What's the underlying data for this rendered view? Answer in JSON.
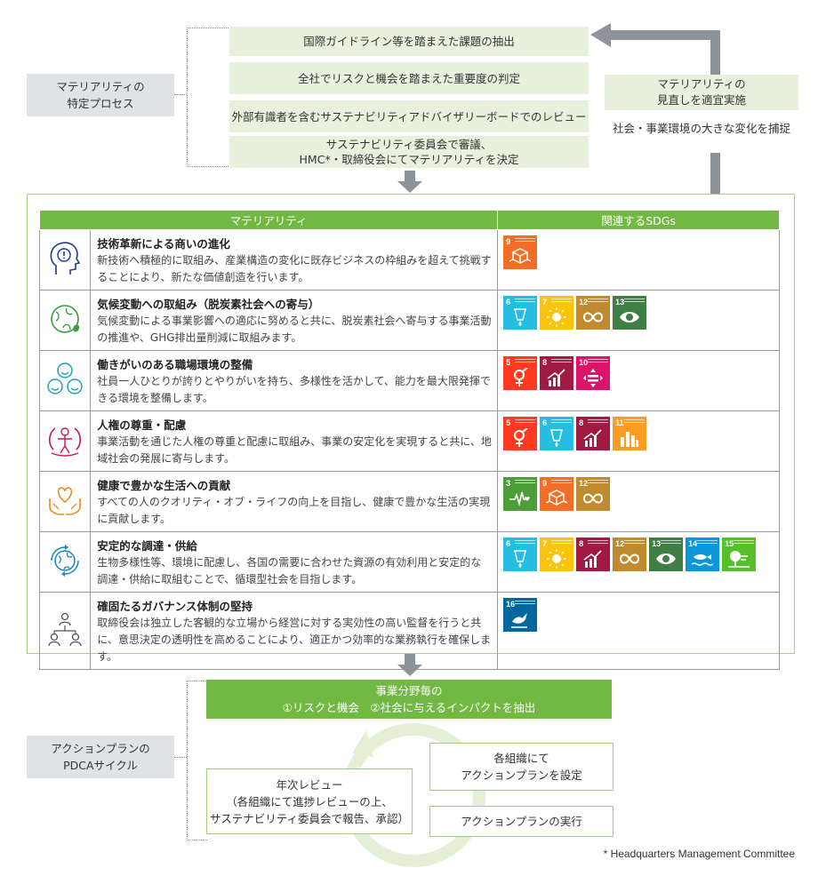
{
  "process": {
    "label_line1": "マテリアリティの",
    "label_line2": "特定プロセス",
    "steps": [
      "国際ガイドライン等を踏まえた課題の抽出",
      "全社でリスクと機会を踏まえた重要度の判定",
      "外部有識者を含むサステナビリティアドバイザリーボードでのレビュー"
    ],
    "step4_line1": "サステナビリティ委員会で審議、",
    "step4_line2": "HMC*・取締役会にてマテリアリティを決定"
  },
  "review": {
    "line1": "マテリアリティの",
    "line2": "見直しを適宜実施",
    "note": "社会・事業環境の大きな変化を捕捉"
  },
  "table": {
    "header_materiality": "マテリアリティ",
    "header_sdgs": "関連するSDGs",
    "rows": [
      {
        "title": "技術革新による商いの進化",
        "desc": "新技術へ積極的に取組み、産業構造の変化に既存ビジネスの枠組みを超えて挑戦することにより、新たな価値創造を行います。",
        "icon": "lightbulb-head-icon"
      },
      {
        "title": "気候変動への取組み（脱炭素社会への寄与）",
        "desc": "気候変動による事業影響への適応に努めると共に、脱炭素社会へ寄与する事業活動の推進や、GHG排出量削減に取組みます。",
        "icon": "globe-leaf-icon"
      },
      {
        "title": "働きがいのある職場環境の整備",
        "desc": "社員一人ひとりが誇りとやりがいを持ち、多様性を活かして、能力を最大限発揮できる環境を整備します。",
        "icon": "smiling-faces-icon"
      },
      {
        "title": "人権の尊重・配慮",
        "desc": "事業活動を通じた人権の尊重と配慮に取組み、事業の安定化を実現すると共に、地域社会の発展に寄与します。",
        "icon": "people-hands-icon"
      },
      {
        "title": "健康で豊かな生活への貢献",
        "desc": "すべての人のクオリティ・オブ・ライフの向上を目指し、健康で豊かな生活の実現に貢献します。",
        "icon": "heart-hands-icon"
      },
      {
        "title": "安定的な調達・供給",
        "desc": "生物多様性等、環境に配慮し、各国の需要に合わせた資源の有効利用と安定的な調達・供給に取組むことで、循環型社会を目指します。",
        "icon": "globe-cycle-icon"
      },
      {
        "title": "確固たるガバナンス体制の堅持",
        "desc": "取締役会は独立した客観的な立場から経営に対する実効性の高い監督を行うと共に、意思決定の透明性を高めることにより、適正かつ効率的な業務執行を確保します。",
        "icon": "org-people-icon"
      }
    ],
    "sdg_rows": [
      [
        {
          "n": "9",
          "c": "#f36d25",
          "icon": "cubes"
        }
      ],
      [
        {
          "n": "6",
          "c": "#26bde2",
          "icon": "water"
        },
        {
          "n": "7",
          "c": "#fcc30b",
          "icon": "sun"
        },
        {
          "n": "12",
          "c": "#bf8b2e",
          "icon": "infinity"
        },
        {
          "n": "13",
          "c": "#3f7e44",
          "icon": "eye"
        }
      ],
      [
        {
          "n": "5",
          "c": "#ff3a21",
          "icon": "gender"
        },
        {
          "n": "8",
          "c": "#a21942",
          "icon": "growth"
        },
        {
          "n": "10",
          "c": "#dd1367",
          "icon": "equal"
        }
      ],
      [
        {
          "n": "5",
          "c": "#ff3a21",
          "icon": "gender"
        },
        {
          "n": "6",
          "c": "#26bde2",
          "icon": "water"
        },
        {
          "n": "8",
          "c": "#a21942",
          "icon": "growth"
        },
        {
          "n": "11",
          "c": "#fd9d24",
          "icon": "city"
        }
      ],
      [
        {
          "n": "3",
          "c": "#4c9f38",
          "icon": "pulse"
        },
        {
          "n": "9",
          "c": "#f36d25",
          "icon": "cubes"
        },
        {
          "n": "12",
          "c": "#bf8b2e",
          "icon": "infinity"
        }
      ],
      [
        {
          "n": "6",
          "c": "#26bde2",
          "icon": "water"
        },
        {
          "n": "7",
          "c": "#fcc30b",
          "icon": "sun"
        },
        {
          "n": "8",
          "c": "#a21942",
          "icon": "growth"
        },
        {
          "n": "12",
          "c": "#bf8b2e",
          "icon": "infinity"
        },
        {
          "n": "13",
          "c": "#3f7e44",
          "icon": "eye"
        },
        {
          "n": "14",
          "c": "#0a97d9",
          "icon": "fish"
        },
        {
          "n": "15",
          "c": "#56c02b",
          "icon": "tree"
        }
      ],
      [
        {
          "n": "16",
          "c": "#00689d",
          "icon": "dove"
        }
      ]
    ]
  },
  "pdca": {
    "label_line1": "アクションプランの",
    "label_line2": "PDCAサイクル",
    "top_line1": "事業分野毎の",
    "top_line2": "①リスクと機会　②社会に与えるインパクトを抽出",
    "set_line1": "各組織にて",
    "set_line2": "アクションプランを設定",
    "execute": "アクションプランの実行",
    "annual_line1": "年次レビュー",
    "annual_line2": "（各組織にて進捗レビューの上、",
    "annual_line3": "サステナビリティ委員会で報告、承認）"
  },
  "footnote": "* Headquarters Management Committee",
  "colors": {
    "accent_green": "#71b943",
    "light_green": "#e8f1de",
    "gray_arrow": "#8c9499"
  }
}
